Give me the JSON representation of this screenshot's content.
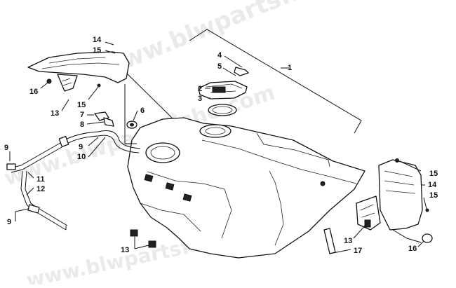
{
  "watermark": "www.blwpartsfiche.com",
  "callouts": {
    "c1": "1",
    "c2": "2",
    "c3": "3",
    "c4": "4",
    "c5": "5",
    "c6": "6",
    "c7": "7",
    "c8": "8",
    "c9a": "9",
    "c9b": "9",
    "c9c": "9",
    "c10": "10",
    "c11": "11",
    "c12": "12",
    "c13a": "13",
    "c13b": "13",
    "c13c": "13",
    "c14a": "14",
    "c14b": "14",
    "c15a": "15",
    "c15b": "15",
    "c15c": "15",
    "c15d": "15",
    "c16a": "16",
    "c16b": "16",
    "c17": "17"
  }
}
